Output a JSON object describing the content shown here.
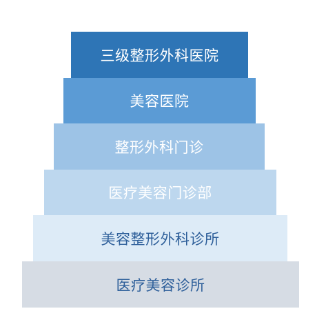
{
  "pyramid": {
    "levels": [
      {
        "label": "三级整形外科医院",
        "color": "#2e75b6"
      },
      {
        "label": "美容医院",
        "color": "#5b9bd5"
      },
      {
        "label": "整形外科门诊",
        "color": "#9dc3e6"
      },
      {
        "label": "医疗美容门诊部",
        "color": "#bdd7ee"
      },
      {
        "label": "美容整形外科诊所",
        "color": "#ddebf7"
      },
      {
        "label": "医疗美容诊所",
        "color": "#d6dce4"
      }
    ]
  }
}
